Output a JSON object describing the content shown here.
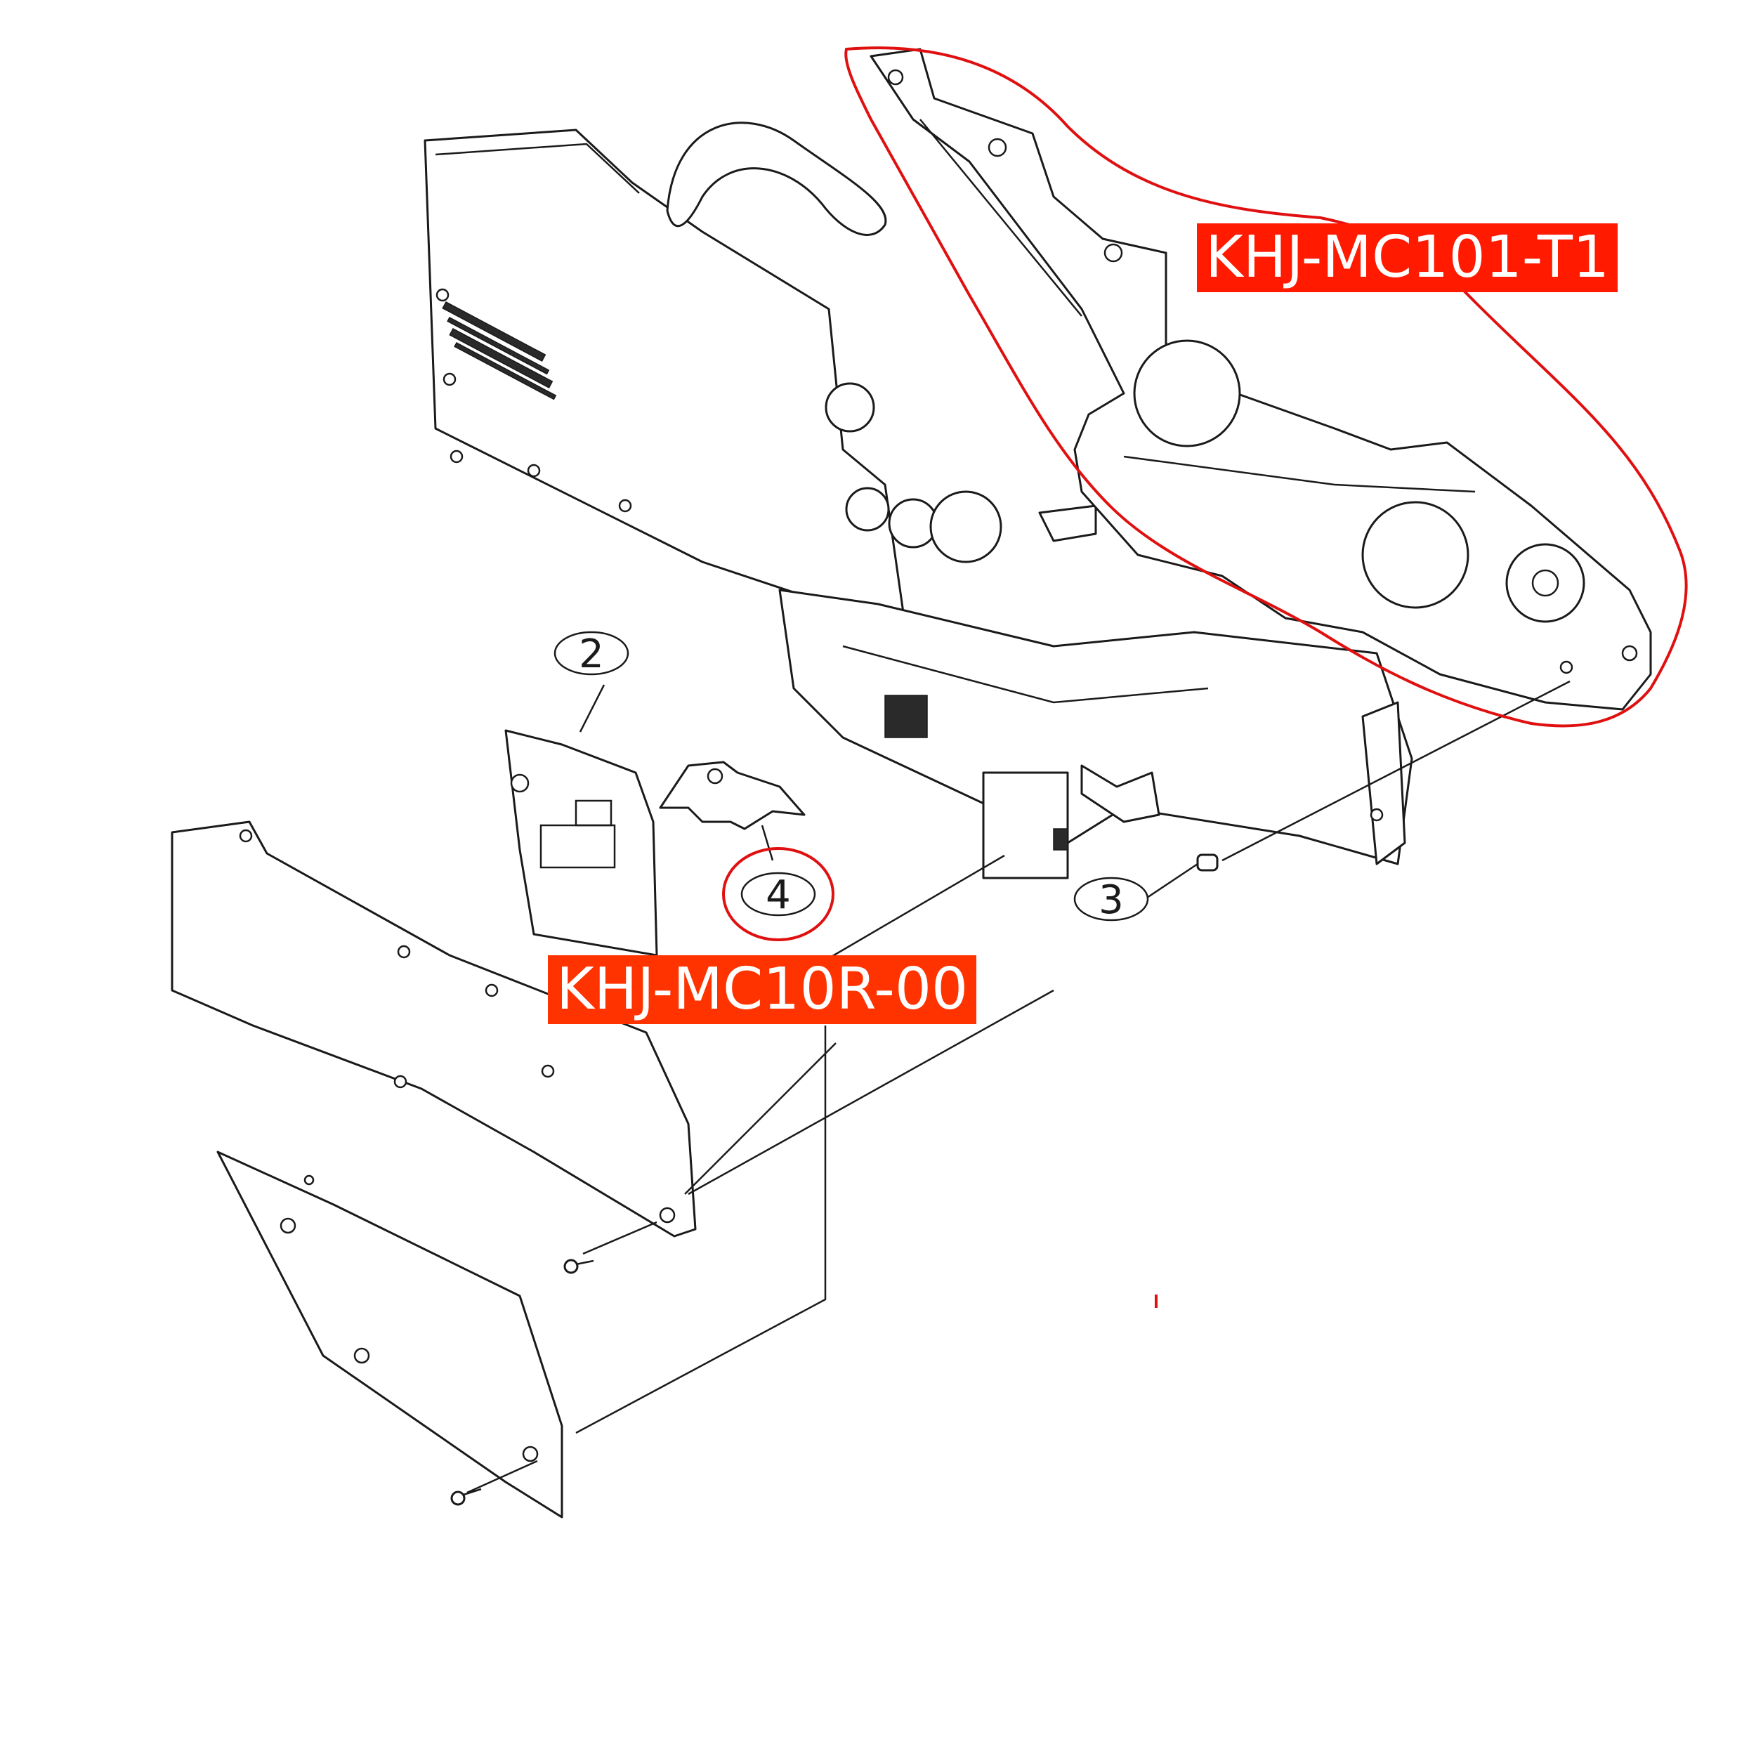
{
  "callouts": {
    "c2": "2",
    "c3": "3",
    "c4": "4"
  },
  "part_tags": {
    "frame": "KHJ-MC101-T1",
    "assembly": "KHJ-MC10R-00"
  },
  "colors": {
    "line_art": "#1a1a1a",
    "highlight_red": "#e01010",
    "tag_red_frame": "#ff1a00",
    "tag_red_assembly": "#ff3300"
  }
}
